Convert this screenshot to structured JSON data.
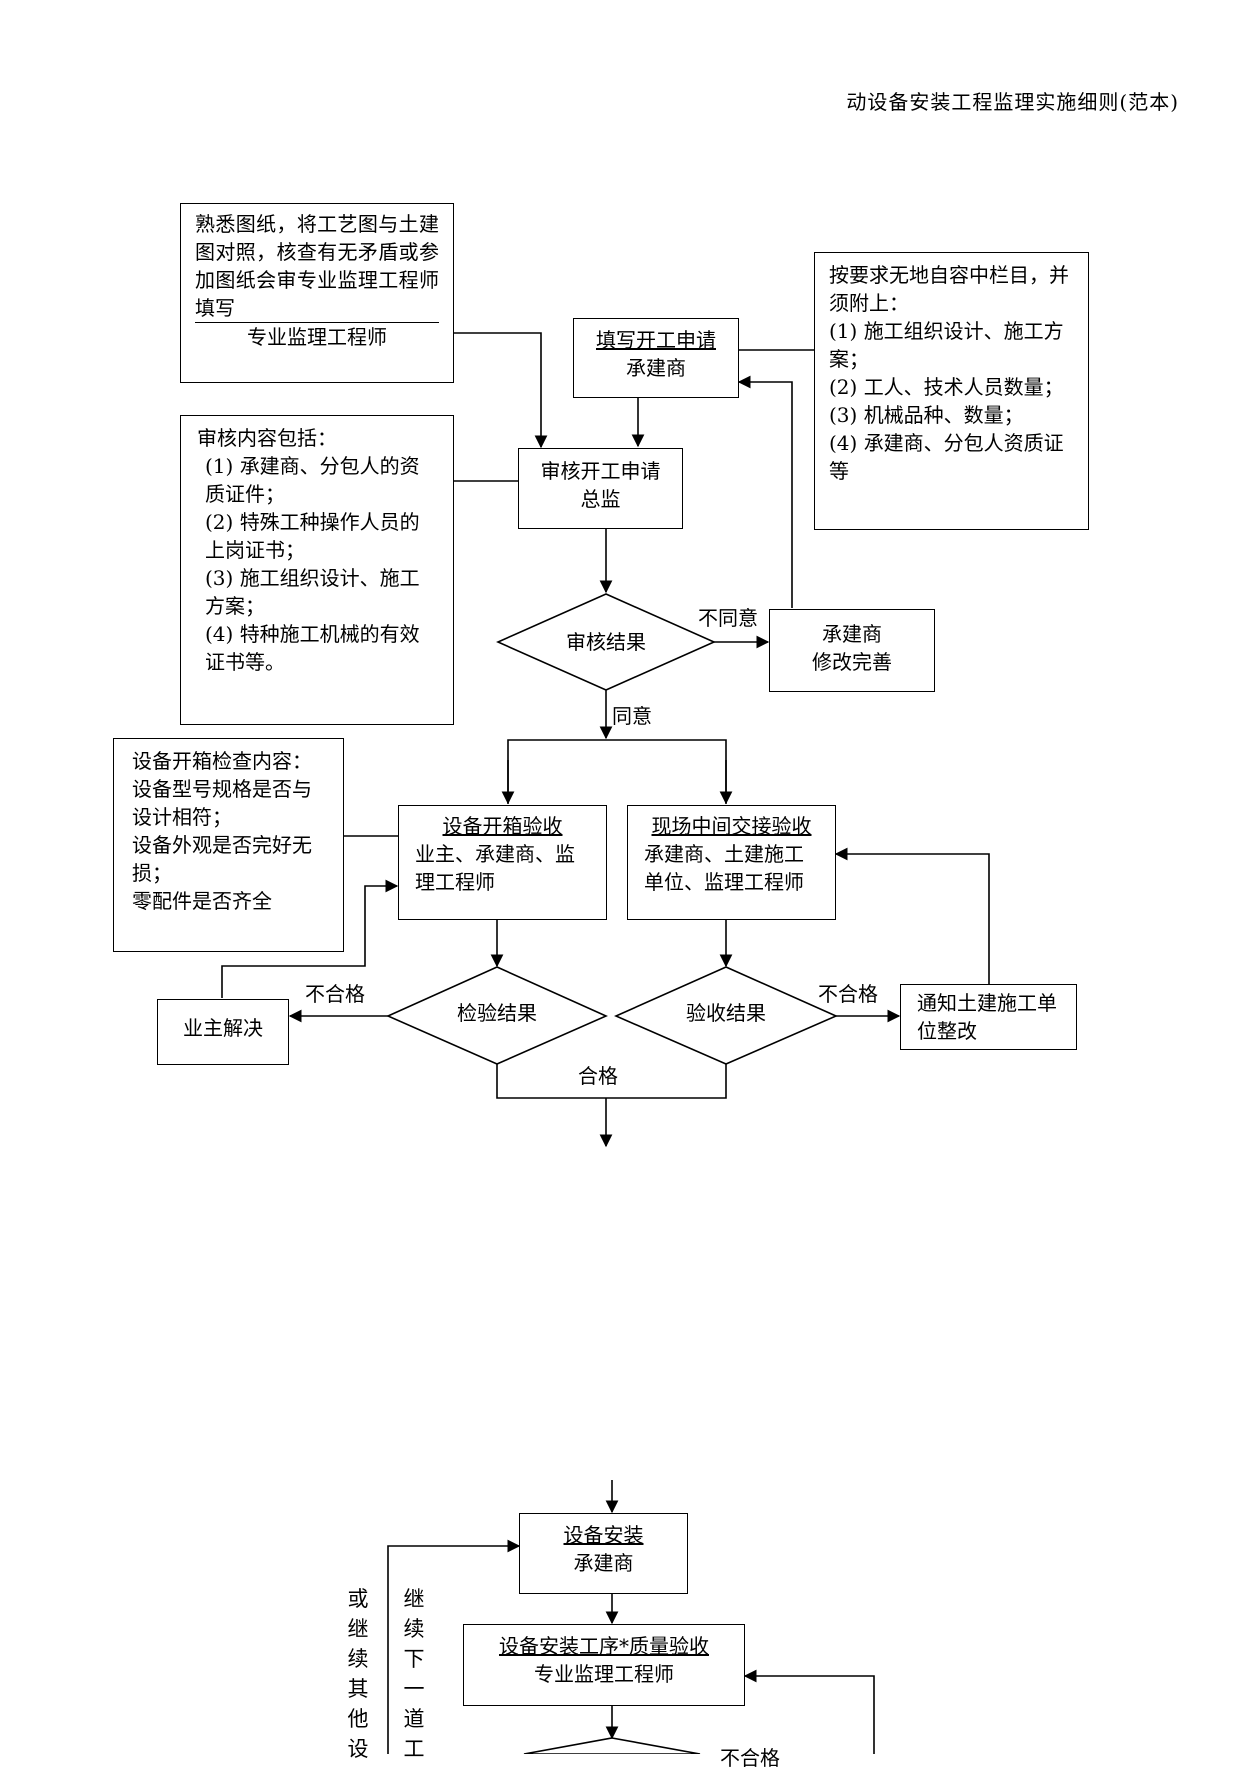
{
  "header": {
    "title": "动设备安装工程监理实施细则(范本)"
  },
  "nodes": {
    "review_drawings": {
      "text": "熟悉图纸，将工艺图与土建图对照，核查有无矛盾或参加图纸会审专业监理工程师填写",
      "role": "专业监理工程师"
    },
    "fill_application": {
      "title": "填写开工申请",
      "role": "承建商"
    },
    "fill_requirements": {
      "intro": "按要求无地自容中栏目，并须附上：",
      "items": [
        "(1) 施工组织设计、施工方案；",
        "(2) 工人、技术人员数量；",
        "(3) 机械品种、数量；",
        "(4) 承建商、分包人资质证等"
      ]
    },
    "review_content": {
      "intro": "审核内容包括：",
      "items": [
        "(1) 承建商、分包人的资质证件；",
        "(2) 特殊工种操作人员的上岗证书；",
        "(3) 施工组织设计、施工方案；",
        "(4) 特种施工机械的有效证书等。"
      ]
    },
    "review_application": {
      "title": "审核开工申请",
      "role": "总监"
    },
    "review_result": {
      "label": "审核结果"
    },
    "contractor_fix": {
      "line1": "承建商",
      "line2": "修改完善"
    },
    "unboxing_content": {
      "intro": "设备开箱检查内容：",
      "items": [
        "设备型号规格是否与设计相符；",
        "设备外观是否完好无损；",
        "零配件是否齐全"
      ]
    },
    "unboxing_acceptance": {
      "title": "设备开箱验收",
      "role": "业主、承建商、监理工程师"
    },
    "handover_acceptance": {
      "title": "现场中间交接验收",
      "role": "承建商、土建施工单位、监理工程师"
    },
    "inspection_result": {
      "label": "检验结果"
    },
    "acceptance_result": {
      "label": "验收结果"
    },
    "owner_resolve": {
      "label": "业主解决"
    },
    "notify_civil": {
      "text": "通知土建施工单位整改"
    },
    "equipment_install": {
      "title": "设备安装",
      "role": "承建商"
    },
    "process_quality": {
      "title": "设备安装工序*质量验收",
      "role": "专业监理工程师"
    }
  },
  "edges": {
    "disagree": "不同意",
    "agree": "同意",
    "fail_left": "不合格",
    "fail_right": "不合格",
    "pass": "合格",
    "fail_bottom": "不合格"
  },
  "side_text": {
    "continue_other": "或继续其他设",
    "continue_next": "继续下一道工"
  }
}
